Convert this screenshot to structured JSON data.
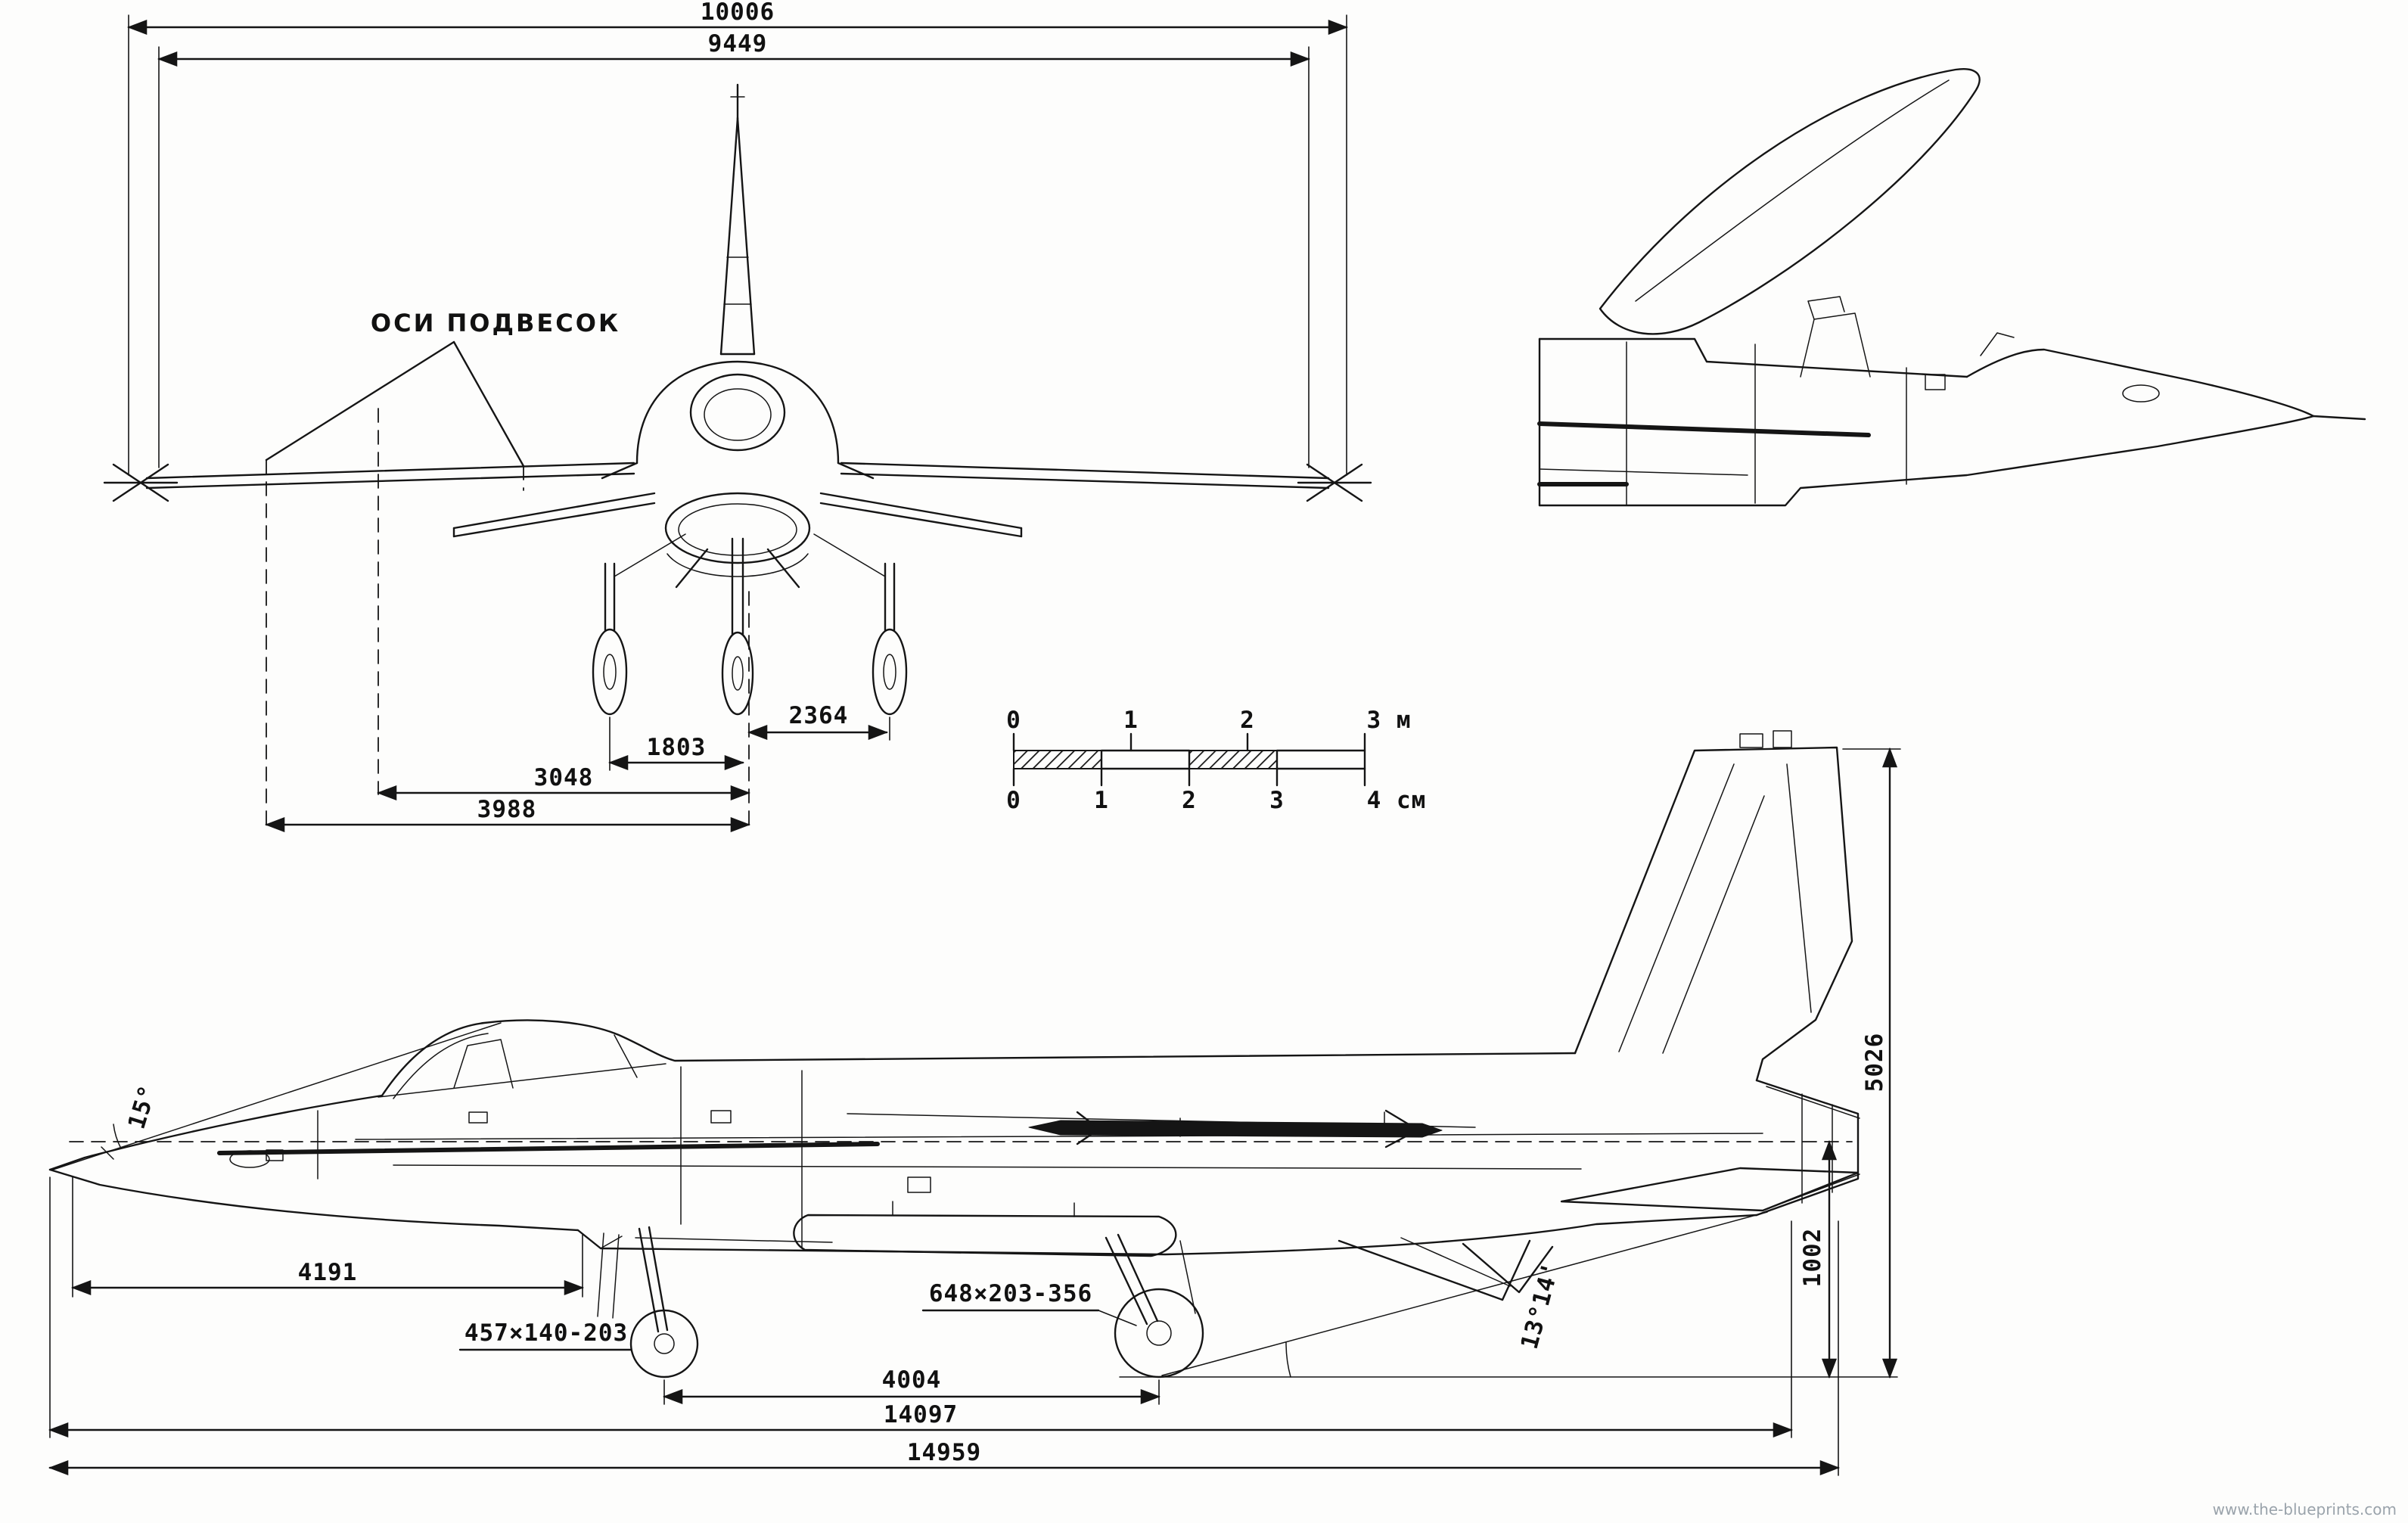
{
  "labels": {
    "pylon_axes": "ОСИ ПОДВЕСОК",
    "watermark": "www.the-blueprints.com"
  },
  "front_view": {
    "dim_span_total": "10006",
    "dim_span_inner": "9449",
    "dim_track_main": "2364",
    "dim_track_nose": "1803",
    "dim_pylon_inner": "3048",
    "dim_pylon_outer": "3988"
  },
  "side_view": {
    "dim_nose_to_gear": "4191",
    "dim_wheelbase": "4004",
    "dim_length_fuselage": "14097",
    "dim_length_overall": "14959",
    "dim_height_overall": "5026",
    "dim_gear_height": "1002",
    "angle_nose": "15°",
    "angle_tail": "13°14'",
    "tire_nose": "457×140-203",
    "tire_main": "648×203-356"
  },
  "scale_bar": {
    "meters": [
      "0",
      "1",
      "2",
      "3 м"
    ],
    "centimeters": [
      "0",
      "1",
      "2",
      "3",
      "4 см"
    ]
  }
}
